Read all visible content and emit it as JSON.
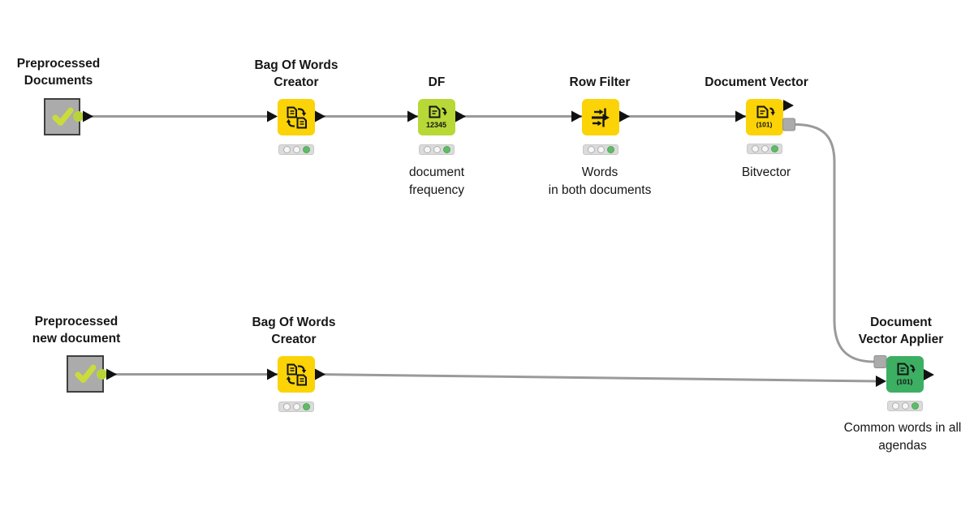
{
  "workflow": {
    "nodes": {
      "source1": {
        "line1": "Preprocessed",
        "line2": "Documents"
      },
      "bow1": {
        "line1": "Bag Of Words",
        "line2": "Creator"
      },
      "df": {
        "line1": "DF",
        "icon_text": "12345",
        "sub1": "document",
        "sub2": "frequency"
      },
      "rowfilter": {
        "line1": "Row Filter",
        "sub1": "Words",
        "sub2": "in both documents"
      },
      "docvector": {
        "line1": "Document Vector",
        "icon_text": "(101)",
        "sub1": "Bitvector"
      },
      "source2": {
        "line1": "Preprocessed",
        "line2": "new document"
      },
      "bow2": {
        "line1": "Bag Of Words",
        "line2": "Creator"
      },
      "applier": {
        "line1": "Document",
        "line2": "Vector Applier",
        "icon_text": "(101)",
        "sub1": "Common words in all",
        "sub2": "agendas"
      }
    },
    "icons": {
      "source": "checkmark-icon",
      "bow": "documents-swap-icon",
      "df": "document-arrow-numbers-icon",
      "rowfilter": "row-filter-arrows-icon",
      "vector": "document-arrow-bitvector-icon"
    },
    "colors": {
      "node_yellow": "#FBD306",
      "node_chartreuse": "#B7D836",
      "node_green": "#3CAF63",
      "node_gray": "#ABABAB",
      "status_green": "#5FBB67",
      "checkmark_green": "#C9DC3B",
      "wire_gray": "#9A9A9A",
      "port_black": "#111111"
    }
  }
}
